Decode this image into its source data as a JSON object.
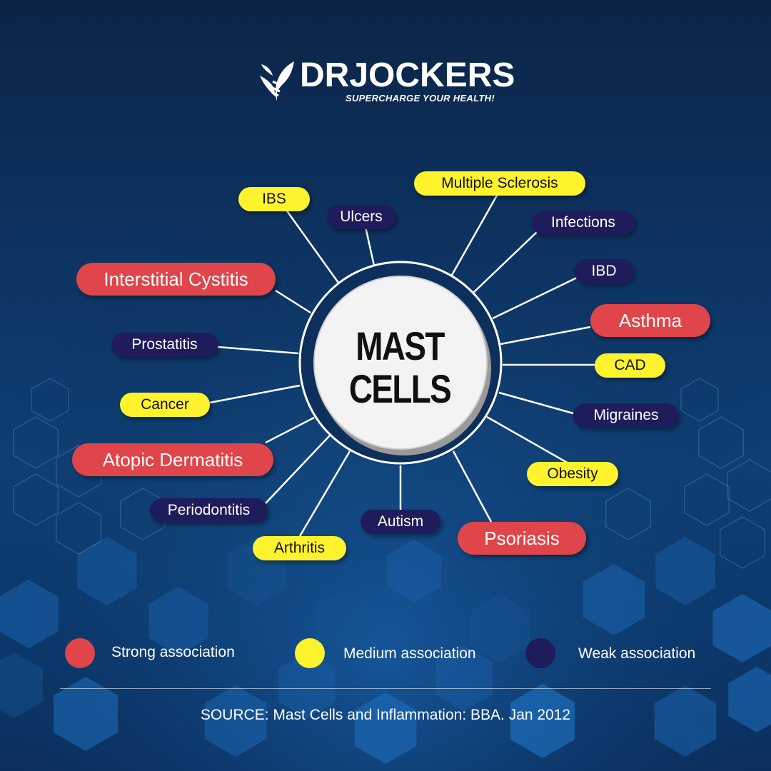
{
  "logo": {
    "name": "DRJOCKERS",
    "tagline": "SUPERCHARGE YOUR HEALTH!"
  },
  "center": {
    "line1": "MAST",
    "line2": "CELLS"
  },
  "colors": {
    "strong": "#e0454a",
    "medium": "#fff32e",
    "weak": "#1f1c5c",
    "background": "#0d3563"
  },
  "conditions": [
    {
      "id": "ibs",
      "label": "IBS",
      "level": "medium"
    },
    {
      "id": "ulcers",
      "label": "Ulcers",
      "level": "weak"
    },
    {
      "id": "multiple-sclerosis",
      "label": "Multiple Sclerosis",
      "level": "medium"
    },
    {
      "id": "infections",
      "label": "Infections",
      "level": "weak"
    },
    {
      "id": "ibd",
      "label": "IBD",
      "level": "weak"
    },
    {
      "id": "asthma",
      "label": "Asthma",
      "level": "strong"
    },
    {
      "id": "cad",
      "label": "CAD",
      "level": "medium"
    },
    {
      "id": "migraines",
      "label": "Migraines",
      "level": "weak"
    },
    {
      "id": "obesity",
      "label": "Obesity",
      "level": "medium"
    },
    {
      "id": "psoriasis",
      "label": "Psoriasis",
      "level": "strong"
    },
    {
      "id": "autism",
      "label": "Autism",
      "level": "weak"
    },
    {
      "id": "arthritis",
      "label": "Arthritis",
      "level": "medium"
    },
    {
      "id": "periodontitis",
      "label": "Periodontitis",
      "level": "weak"
    },
    {
      "id": "atopic-dermatitis",
      "label": "Atopic Dermatitis",
      "level": "strong"
    },
    {
      "id": "cancer",
      "label": "Cancer",
      "level": "medium"
    },
    {
      "id": "prostatitis",
      "label": "Prostatitis",
      "level": "weak"
    },
    {
      "id": "interstitial-cystitis",
      "label": "Interstitial Cystitis",
      "level": "strong"
    }
  ],
  "legend": [
    {
      "level": "strong",
      "label": "Strong association"
    },
    {
      "level": "medium",
      "label": "Medium association"
    },
    {
      "level": "weak",
      "label": "Weak association"
    }
  ],
  "source": "SOURCE: Mast Cells and Inflammation: BBA. Jan 2012"
}
